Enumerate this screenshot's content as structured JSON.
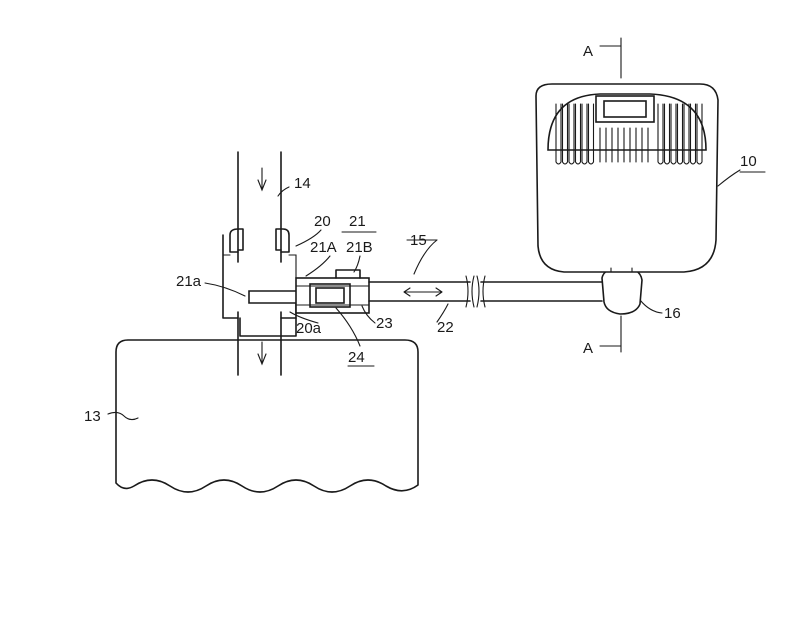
{
  "labels": {
    "section_top": "A",
    "section_bottom": "A",
    "device": "10",
    "tank": "13",
    "pipe": "14",
    "line": "15",
    "grip": "16",
    "fitting": "20",
    "fitting_lower": "20a",
    "valve": "21",
    "valve_a": "21A",
    "valve_b": "21B",
    "valve_port": "21a",
    "rod": "22",
    "seal": "23",
    "core": "24"
  },
  "colors": {
    "ink": "#1a1a1a",
    "paper": "#ffffff"
  }
}
